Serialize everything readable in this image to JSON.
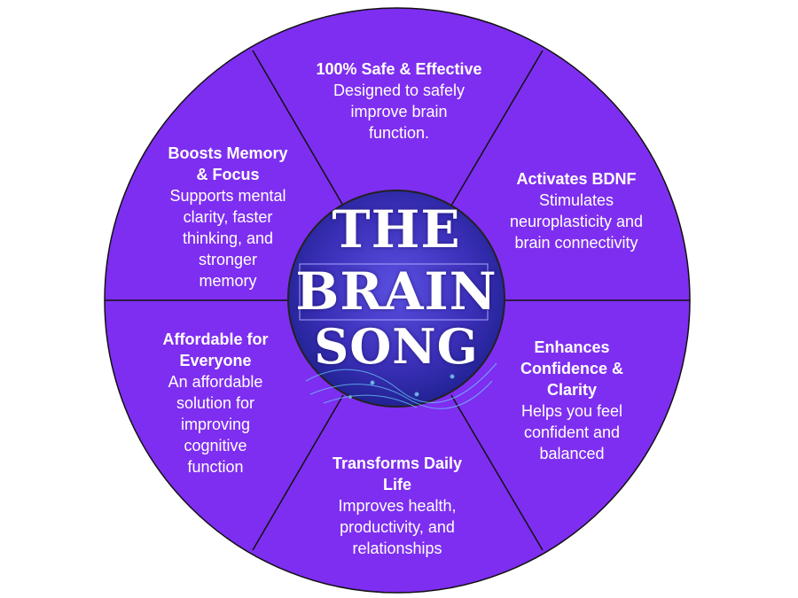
{
  "logo": {
    "line1": "THE",
    "line2": "BRAIN",
    "line3": "SONG"
  },
  "colors": {
    "segment_fill": "#7e2ef0",
    "divider": "#111111",
    "center_dark": "#1b1f8a",
    "center_light": "#4a3fd0"
  },
  "segments": [
    {
      "title": [
        "100% Safe & Effective"
      ],
      "desc": [
        "Designed to safely",
        "improve brain",
        "function."
      ]
    },
    {
      "title": [
        "Activates BDNF"
      ],
      "desc": [
        "Stimulates",
        "neuroplasticity and",
        "brain connectivity"
      ]
    },
    {
      "title": [
        "Enhances",
        "Confidence &",
        "Clarity"
      ],
      "desc": [
        "Helps you feel",
        "confident and",
        "balanced"
      ]
    },
    {
      "title": [
        "Transforms Daily",
        "Life"
      ],
      "desc": [
        "Improves health,",
        "productivity, and",
        "relationships"
      ]
    },
    {
      "title": [
        "Affordable for",
        "Everyone"
      ],
      "desc": [
        "An affordable",
        "solution for",
        "improving",
        "cognitive",
        "function"
      ]
    },
    {
      "title": [
        "Boosts Memory",
        "& Focus"
      ],
      "desc": [
        "Supports mental",
        "clarity, faster",
        "thinking, and",
        "stronger",
        "memory"
      ]
    }
  ]
}
